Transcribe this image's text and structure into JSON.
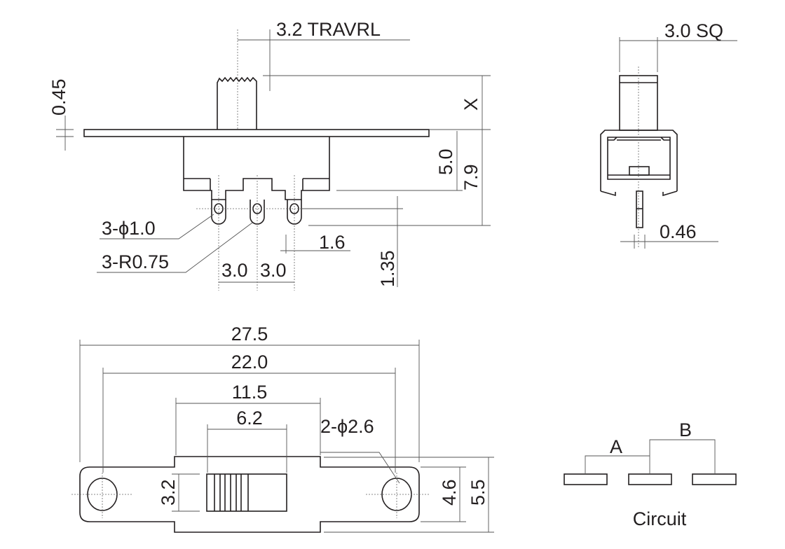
{
  "drawing": {
    "front_view": {
      "travel_label": "3.2 TRAVRL",
      "flange_thickness": "0.45",
      "actuator_height": "X",
      "body_height": "5.0",
      "total_height": "7.9",
      "terminal_hole_callout": "3-ϕ1.0",
      "terminal_radius_callout": "3-R0.75",
      "terminal_pitch_1": "3.0",
      "terminal_pitch_2": "3.0",
      "terminal_width": "1.6",
      "hole_offset": "1.35"
    },
    "side_view": {
      "actuator_size": "3.0 SQ",
      "pin_thickness": "0.46"
    },
    "bottom_view": {
      "overall_length": "27.5",
      "hole_spacing": "22.0",
      "body_length": "11.5",
      "slot_length": "6.2",
      "mount_hole_callout": "2-ϕ2.6",
      "actuator_width": "3.2",
      "flange_width": "4.6",
      "body_width": "5.5"
    },
    "circuit": {
      "label_a": "A",
      "label_b": "B",
      "title": "Circuit"
    }
  }
}
